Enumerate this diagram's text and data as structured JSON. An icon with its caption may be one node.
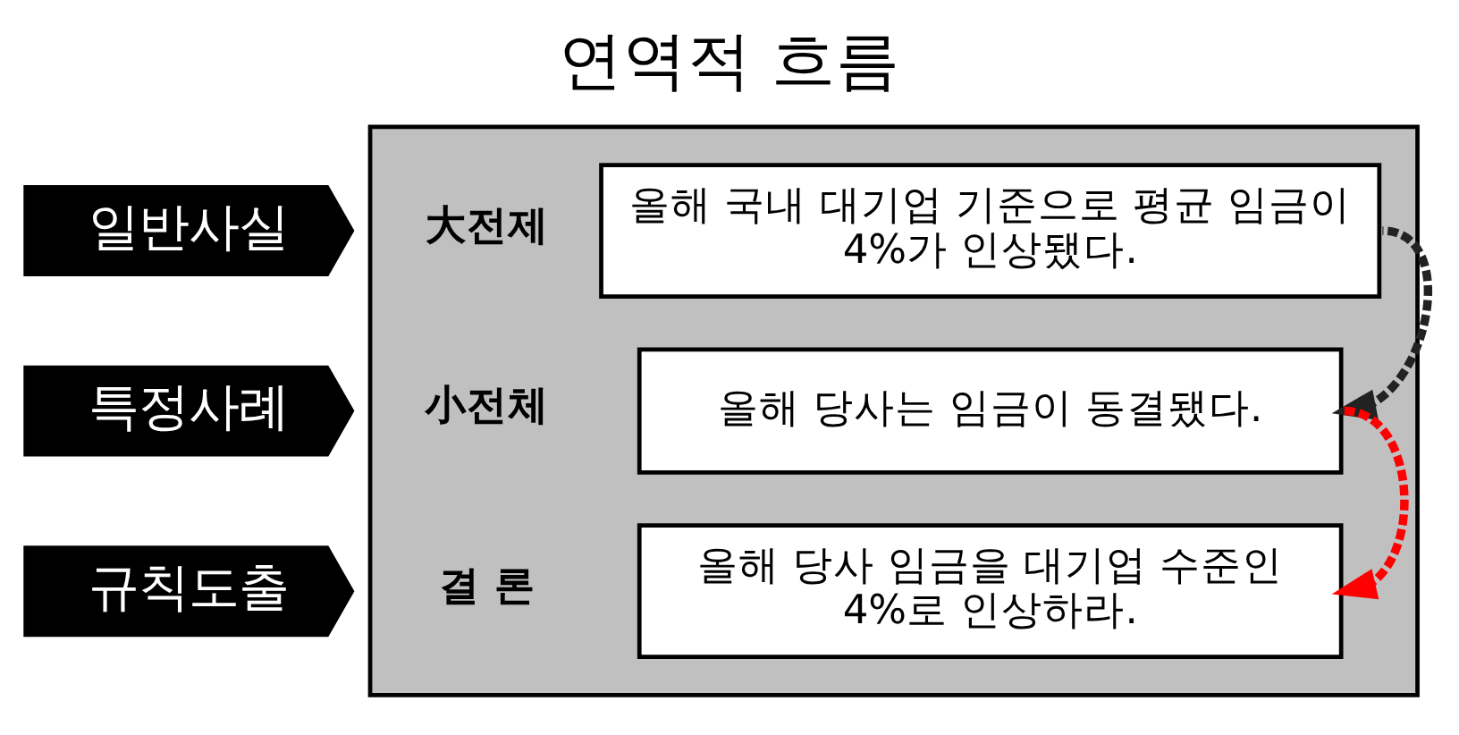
{
  "diagram": {
    "title": "연역적 흐름",
    "nodes": [
      {
        "text": [],
        "shape": "box"
      },
      {
        "text": [
          "일반사실"
        ]
      },
      {
        "text": [
          "올해 국내 대기업 기준으로 평균 임금이 4%가 인상됐다."
        ],
        "in": 0,
        "beside": [
          "大전제"
        ]
      },
      {
        "text": [
          "특정사례"
        ]
      },
      {
        "text": [
          "올해 당사는 임금이 동결됐다."
        ],
        "in": 0,
        "beside": [
          "小전체"
        ]
      },
      {
        "text": [
          "규칙도출"
        ]
      },
      {
        "text": [
          "올해 당사 임금을 대기업 수준인 4%로 인상하라."
        ],
        "in": 0,
        "beside": [
          "결 론"
        ]
      }
    ],
    "edges": [
      {
        "from": 2,
        "to": 4,
        "arrow": "to",
        "style": "dashed"
      },
      {
        "from": 4,
        "to": 6,
        "arrow": "to",
        "style": "dashed",
        "color": "#ff0000"
      }
    ]
  }
}
